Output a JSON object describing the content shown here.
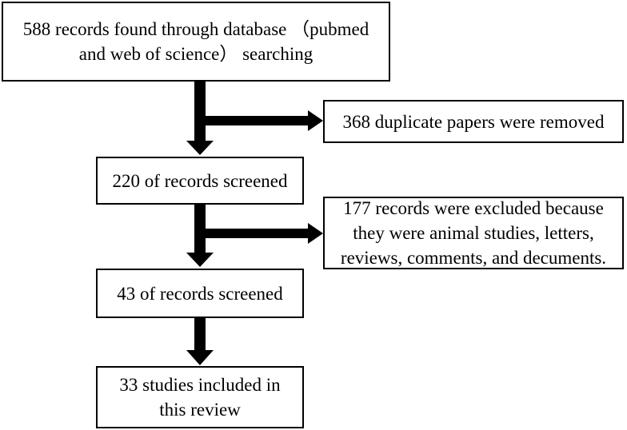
{
  "flow": {
    "identification": {
      "lines": [
        "588 records found through database （pubmed",
        "and web of science） searching"
      ]
    },
    "duplicates": {
      "lines": [
        "368 duplicate papers were removed"
      ]
    },
    "screened_1": {
      "lines": [
        "220 of records screened"
      ]
    },
    "excluded": {
      "lines": [
        "177 records were excluded because",
        "they were animal studies, letters,",
        "reviews, comments, and decuments."
      ]
    },
    "screened_2": {
      "lines": [
        "43 of records screened"
      ]
    },
    "included": {
      "lines": [
        "33 studies included in",
        "this review"
      ]
    }
  },
  "colors": {
    "arrow": "#000000",
    "border": "#000000",
    "text": "#000000"
  }
}
